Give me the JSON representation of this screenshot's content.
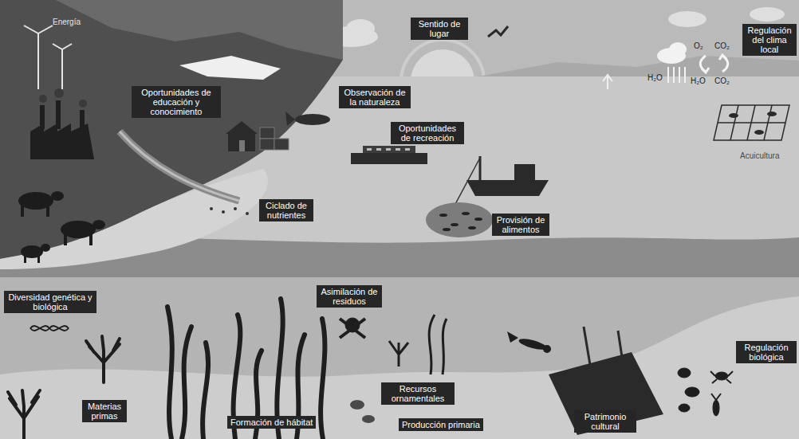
{
  "diagram": {
    "nodes": [
      {
        "text": [
          "Sentido de lugar"
        ]
      },
      {
        "text": [
          "Regulación del clima local"
        ]
      },
      {
        "text": [
          "Oportunidades de educación y conocimiento"
        ]
      },
      {
        "text": [
          "Observación de la naturaleza"
        ]
      },
      {
        "text": [
          "Oportunidades de recreación"
        ]
      },
      {
        "text": [
          "Ciclado de nutrientes"
        ]
      },
      {
        "text": [
          "Provisión de alimentos"
        ]
      },
      {
        "text": [
          "Diversidad genética y biológica"
        ]
      },
      {
        "text": [
          "Asimilación de residuos"
        ]
      },
      {
        "text": [
          "Regulación biológica"
        ]
      },
      {
        "text": [
          "Materias primas"
        ]
      },
      {
        "text": [
          "Recursos ornamentales"
        ]
      },
      {
        "text": [
          "Formación de hábitat"
        ]
      },
      {
        "text": [
          "Producción primaria"
        ]
      },
      {
        "text": [
          "Patrimonio cultural"
        ]
      }
    ],
    "labels": [
      "Energía",
      "Acuicultura",
      "O₂",
      "CO₂",
      "H₂O",
      "H₂O",
      "CO₂"
    ]
  }
}
